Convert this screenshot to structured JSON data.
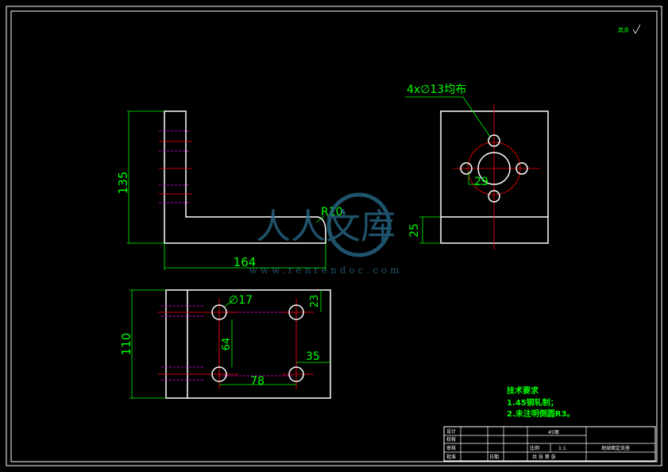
{
  "drawing": {
    "title_block": {
      "designer_label": "设计",
      "checker_label": "校核",
      "reviewer_label": "审核",
      "approver_label": "批准",
      "material": "45钢",
      "scale_label": "比例",
      "scale_value": "1:1",
      "part_name": "地球面定支座",
      "sheet_text": "共 张 第 张",
      "date_label": "日期"
    },
    "roughness_note": "其余",
    "technical_requirements": {
      "heading": "技术要求",
      "line1": "1.45钢轧制；",
      "line2": "2.未注明倒圆R3。"
    },
    "dimensions": {
      "front_height": "135",
      "front_length": "164",
      "front_radius": "R10",
      "top_width": "110",
      "top_hole_dia": "∅17",
      "top_edge_offset": "23",
      "top_hole_spacing_y": "64",
      "top_hole_spacing_x": "78",
      "top_right_offset": "35",
      "side_holes": "4x∅13均布",
      "side_hole_circle": "29",
      "side_base_height": "25"
    },
    "watermark": {
      "text": "人人文库",
      "url": "www.renrendoc.com"
    }
  }
}
